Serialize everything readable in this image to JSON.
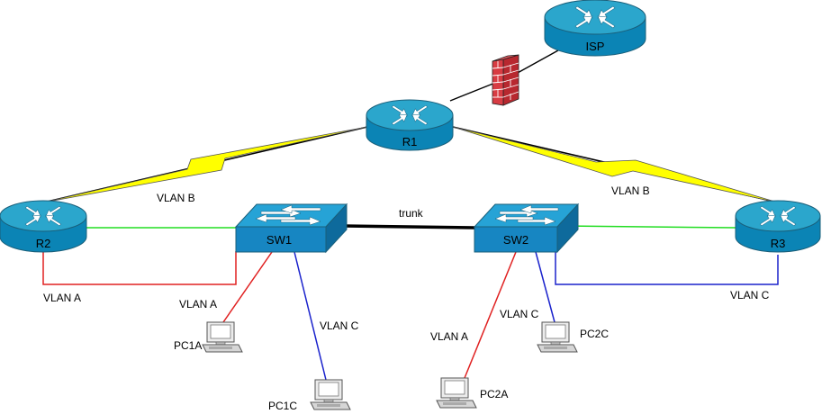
{
  "devices": {
    "isp": "ISP",
    "r1": "R1",
    "r2": "R2",
    "r3": "R3",
    "sw1": "SW1",
    "sw2": "SW2",
    "pc1a": "PC1A",
    "pc1c": "PC1C",
    "pc2a": "PC2A",
    "pc2c": "PC2C"
  },
  "links": {
    "vlan_b_left": "VLAN B",
    "vlan_b_right": "VLAN B",
    "trunk": "trunk",
    "vlan_a_r2": "VLAN A",
    "vlan_a_pc1a": "VLAN A",
    "vlan_c_pc1c": "VLAN C",
    "vlan_a_pc2a": "VLAN A",
    "vlan_c_pc2c": "VLAN C",
    "vlan_c_r3": "VLAN C"
  },
  "colors": {
    "router_top": "#2ba6cc",
    "router_body": "#0b84b5",
    "switch_top": "#26a3d6",
    "switch_body": "#1786c2",
    "firewall": "#c8323a",
    "serial_link": "#ffff00",
    "vlan_a": "#e02020",
    "vlan_b_ethernet": "#22dd22",
    "vlan_c": "#1a22cc",
    "trunk": "#000000"
  }
}
